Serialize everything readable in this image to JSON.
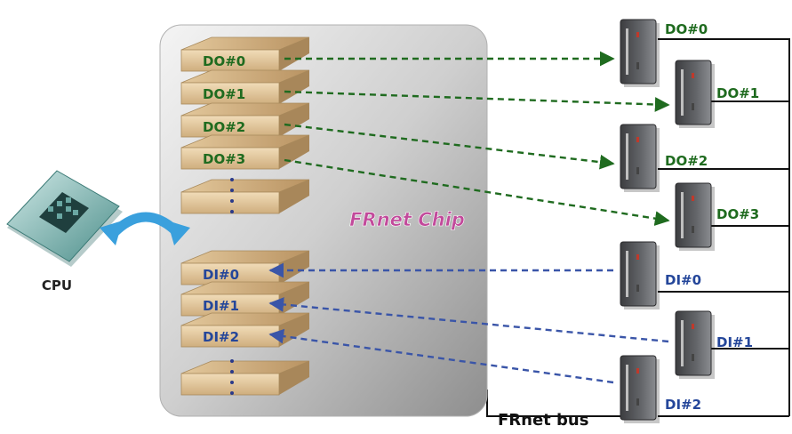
{
  "chip_label": "FRnet Chip",
  "cpu_label": "CPU",
  "bus_label": "FRnet bus",
  "slots": {
    "do": [
      "DO#0",
      "DO#1",
      "DO#2",
      "DO#3"
    ],
    "di": [
      "DI#0",
      "DI#1",
      "DI#2"
    ]
  },
  "modules": [
    "DO#0",
    "DO#1",
    "DO#2",
    "DO#3",
    "DI#0",
    "DI#1",
    "DI#2"
  ],
  "colors": {
    "do_text": "#1f6b1f",
    "di_text": "#24469a",
    "do_arrow": "#1f6b1f",
    "di_arrow": "#3a55a8",
    "chip_text": "#c24a9b",
    "cpu_arrow": "#3aa0dd"
  },
  "icons": [
    "cpu-chip-icon",
    "exchange-arrow-icon",
    "io-module-icon"
  ]
}
